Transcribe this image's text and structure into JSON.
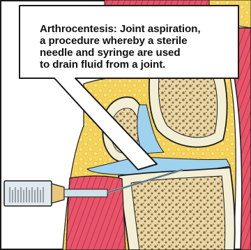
{
  "diagram": {
    "caption_lines": [
      "Arthrocentesis: Joint aspiration,",
      "a procedure whereby a sterile",
      "needle and syringe are used",
      "to drain fluid from a joint."
    ],
    "colors": {
      "background": "#ffffff",
      "muscle": "#e8556a",
      "muscle_stripe": "#b8324a",
      "fat": "#f5d35a",
      "bone_cortex": "#f3efd6",
      "bone_marrow": "#c9a86a",
      "joint_fluid": "#9fd2ee",
      "cartilage": "#d7ecf5",
      "needle": "#8aa3ad",
      "syringe_barrel": "#dfe9ef",
      "syringe_hub": "#e8c77a",
      "outline": "#1a1a1a"
    }
  }
}
